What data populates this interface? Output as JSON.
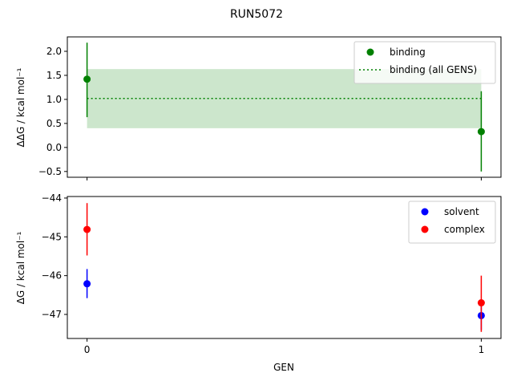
{
  "title": "RUN5072",
  "chart_data": [
    {
      "type": "scatter",
      "xlabel": "",
      "ylabel": "ΔΔG / kcal mol⁻¹",
      "xlim": [
        -0.05,
        1.05
      ],
      "ylim": [
        -0.62,
        2.3
      ],
      "yticks": [
        -0.5,
        0.0,
        0.5,
        1.0,
        1.5,
        2.0
      ],
      "ytick_labels": [
        "−0.5",
        "0.0",
        "0.5",
        "1.0",
        "1.5",
        "2.0"
      ],
      "legend": "top-right",
      "series": [
        {
          "name": "binding",
          "color": "#008000",
          "x": [
            0,
            1
          ],
          "y": [
            1.42,
            0.33
          ],
          "err_low": [
            0.63,
            -0.5
          ],
          "err_high": [
            2.18,
            1.17
          ]
        }
      ],
      "band": {
        "name": "binding (all GENS)",
        "color": "#008000",
        "value": 1.02,
        "low": 0.4,
        "high": 1.63,
        "x": [
          0,
          1
        ]
      }
    },
    {
      "type": "scatter",
      "xlabel": "GEN",
      "ylabel": "ΔG / kcal mol⁻¹",
      "xlim": [
        -0.05,
        1.05
      ],
      "ylim": [
        -47.62,
        -43.96
      ],
      "xticks": [
        0,
        1
      ],
      "xtick_labels": [
        "0",
        "1"
      ],
      "yticks": [
        -44,
        -45,
        -46,
        -47
      ],
      "ytick_labels": [
        "−44",
        "−45",
        "−46",
        "−47"
      ],
      "legend": "top-right",
      "series": [
        {
          "name": "solvent",
          "color": "#0000ff",
          "x": [
            0,
            1
          ],
          "y": [
            -46.21,
            -47.03
          ],
          "err_low": [
            -46.58,
            -47.4
          ],
          "err_high": [
            -45.83,
            -46.7
          ]
        },
        {
          "name": "complex",
          "color": "#ff0000",
          "x": [
            0,
            1
          ],
          "y": [
            -44.81,
            -46.7
          ],
          "err_low": [
            -45.48,
            -47.45
          ],
          "err_high": [
            -44.13,
            -46.0
          ]
        }
      ]
    }
  ]
}
